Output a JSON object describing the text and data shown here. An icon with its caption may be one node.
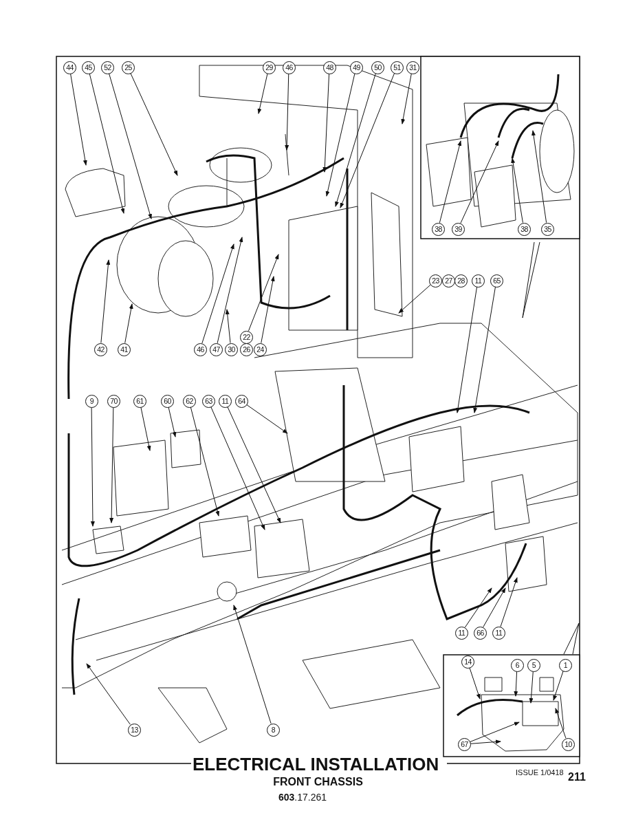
{
  "diagram": {
    "title": "ELECTRICAL INSTALLATION",
    "caption": "FRONT CHASSIS",
    "nodes": [
      {
        "text": [
          "44"
        ]
      },
      {
        "text": [
          "45"
        ]
      },
      {
        "text": [
          "52"
        ]
      },
      {
        "text": [
          "25"
        ]
      },
      {
        "text": [
          "29"
        ]
      },
      {
        "text": [
          "46"
        ]
      },
      {
        "text": [
          "48"
        ]
      },
      {
        "text": [
          "49"
        ]
      },
      {
        "text": [
          "50"
        ]
      },
      {
        "text": [
          "51"
        ]
      },
      {
        "text": [
          "31"
        ]
      },
      {
        "text": [
          "38"
        ]
      },
      {
        "text": [
          "39"
        ]
      },
      {
        "text": [
          "38"
        ]
      },
      {
        "text": [
          "35"
        ]
      },
      {
        "text": [
          "23"
        ]
      },
      {
        "text": [
          "27"
        ]
      },
      {
        "text": [
          "28"
        ]
      },
      {
        "text": [
          "11"
        ]
      },
      {
        "text": [
          "65"
        ]
      },
      {
        "text": [
          "22"
        ]
      },
      {
        "text": [
          "42"
        ]
      },
      {
        "text": [
          "41"
        ]
      },
      {
        "text": [
          "46"
        ]
      },
      {
        "text": [
          "47"
        ]
      },
      {
        "text": [
          "30"
        ]
      },
      {
        "text": [
          "26"
        ]
      },
      {
        "text": [
          "24"
        ]
      },
      {
        "text": [
          "9"
        ]
      },
      {
        "text": [
          "70"
        ]
      },
      {
        "text": [
          "61"
        ]
      },
      {
        "text": [
          "60"
        ]
      },
      {
        "text": [
          "62"
        ]
      },
      {
        "text": [
          "63"
        ]
      },
      {
        "text": [
          "11"
        ]
      },
      {
        "text": [
          "64"
        ]
      },
      {
        "text": [
          "11"
        ]
      },
      {
        "text": [
          "66"
        ]
      },
      {
        "text": [
          "11"
        ]
      },
      {
        "text": [
          "14"
        ]
      },
      {
        "text": [
          "6"
        ]
      },
      {
        "text": [
          "5"
        ]
      },
      {
        "text": [
          "1"
        ]
      },
      {
        "text": [
          "13"
        ]
      },
      {
        "text": [
          "8"
        ]
      },
      {
        "text": [
          "67"
        ]
      },
      {
        "text": [
          "10"
        ]
      }
    ],
    "edges": [
      {
        "from": 0,
        "to": null,
        "arrow": "to"
      },
      {
        "from": 1,
        "to": null,
        "arrow": "to"
      },
      {
        "from": 2,
        "to": null,
        "arrow": "to"
      },
      {
        "from": 3,
        "to": null,
        "arrow": "to"
      },
      {
        "from": 4,
        "to": null,
        "arrow": "to"
      },
      {
        "from": 5,
        "to": null,
        "arrow": "to"
      },
      {
        "from": 6,
        "to": null,
        "arrow": "to"
      },
      {
        "from": 7,
        "to": null,
        "arrow": "to"
      },
      {
        "from": 8,
        "to": null,
        "arrow": "to"
      },
      {
        "from": 9,
        "to": null,
        "arrow": "to"
      },
      {
        "from": 10,
        "to": null,
        "arrow": "to"
      },
      {
        "from": 11,
        "to": null,
        "arrow": "to"
      },
      {
        "from": 12,
        "to": null,
        "arrow": "to"
      },
      {
        "from": 13,
        "to": null,
        "arrow": "to"
      },
      {
        "from": 14,
        "to": null,
        "arrow": "to"
      },
      {
        "from": 15,
        "to": null,
        "arrow": "to"
      },
      {
        "from": 18,
        "to": null,
        "arrow": "to"
      },
      {
        "from": 19,
        "to": null,
        "arrow": "to"
      },
      {
        "from": 20,
        "to": null,
        "arrow": "to"
      },
      {
        "from": 21,
        "to": null,
        "arrow": "to"
      },
      {
        "from": 22,
        "to": null,
        "arrow": "to"
      },
      {
        "from": 23,
        "to": null,
        "arrow": "to"
      },
      {
        "from": 24,
        "to": null,
        "arrow": "to"
      },
      {
        "from": 25,
        "to": null,
        "arrow": "to"
      },
      {
        "from": 27,
        "to": null,
        "arrow": "to"
      },
      {
        "from": 28,
        "to": null,
        "arrow": "to"
      },
      {
        "from": 29,
        "to": null,
        "arrow": "to"
      },
      {
        "from": 30,
        "to": null,
        "arrow": "to"
      },
      {
        "from": 31,
        "to": null,
        "arrow": "to"
      },
      {
        "from": 32,
        "to": null,
        "arrow": "to"
      },
      {
        "from": 33,
        "to": null,
        "arrow": "to"
      },
      {
        "from": 34,
        "to": null,
        "arrow": "to"
      },
      {
        "from": 35,
        "to": null,
        "arrow": "to"
      },
      {
        "from": 36,
        "to": null,
        "arrow": "to"
      },
      {
        "from": 37,
        "to": null,
        "arrow": "to"
      },
      {
        "from": 38,
        "to": null,
        "arrow": "to"
      },
      {
        "from": 39,
        "to": null,
        "arrow": "to"
      },
      {
        "from": 40,
        "to": null,
        "arrow": "to"
      },
      {
        "from": 41,
        "to": null,
        "arrow": "to"
      },
      {
        "from": 42,
        "to": null,
        "arrow": "to"
      },
      {
        "from": 43,
        "to": null,
        "arrow": "to"
      },
      {
        "from": 44,
        "to": null,
        "arrow": "to"
      },
      {
        "from": 45,
        "to": null,
        "arrow": "to"
      },
      {
        "from": 45,
        "to": null,
        "arrow": "to"
      },
      {
        "from": 46,
        "to": null,
        "arrow": "to"
      }
    ],
    "labels": [
      "**603**.17.261",
      "ISSUE 1/0418",
      "211"
    ]
  }
}
